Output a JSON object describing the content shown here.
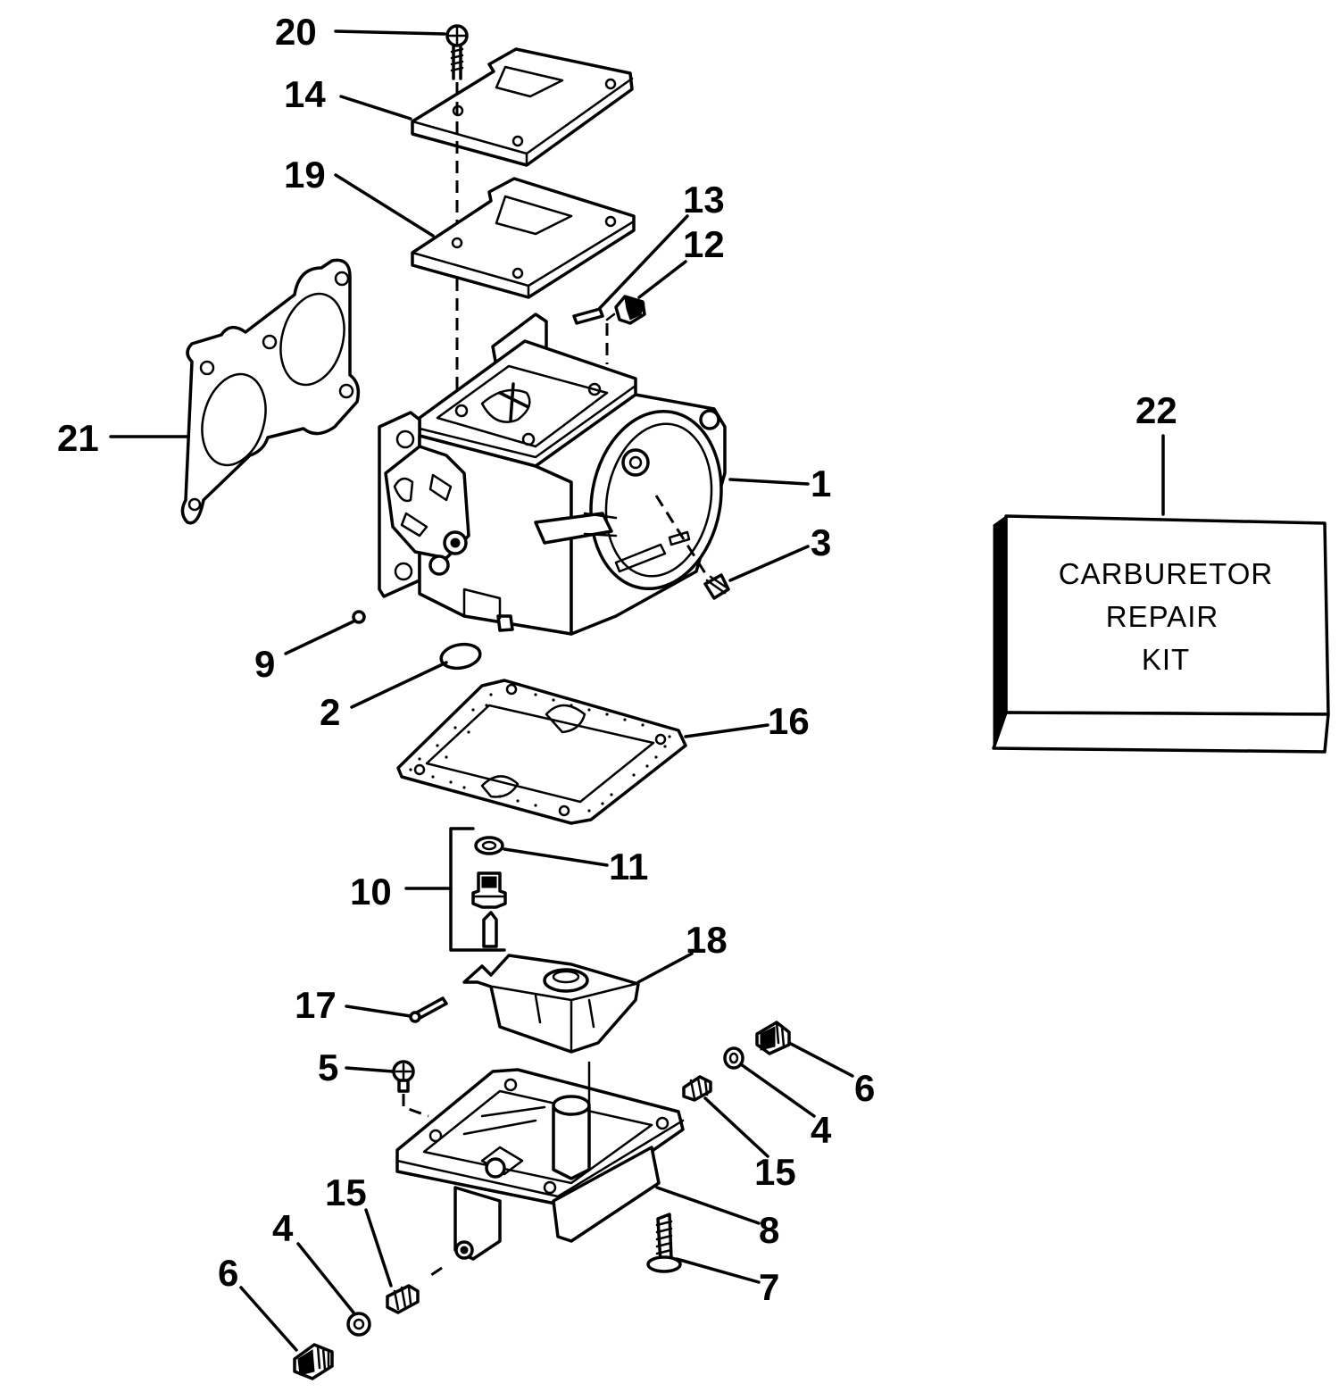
{
  "parts": {
    "p1": "1",
    "p2": "2",
    "p3": "3",
    "p4a": "4",
    "p4b": "4",
    "p5": "5",
    "p6a": "6",
    "p6b": "6",
    "p7": "7",
    "p8": "8",
    "p9": "9",
    "p10": "10",
    "p11": "11",
    "p12": "12",
    "p13": "13",
    "p14": "14",
    "p15a": "15",
    "p15b": "15",
    "p16": "16",
    "p17": "17",
    "p18": "18",
    "p19": "19",
    "p20": "20",
    "p21": "21",
    "p22": "22"
  },
  "repair_kit": {
    "line1": "CARBURETOR",
    "line2": "REPAIR",
    "line3": "KIT"
  }
}
